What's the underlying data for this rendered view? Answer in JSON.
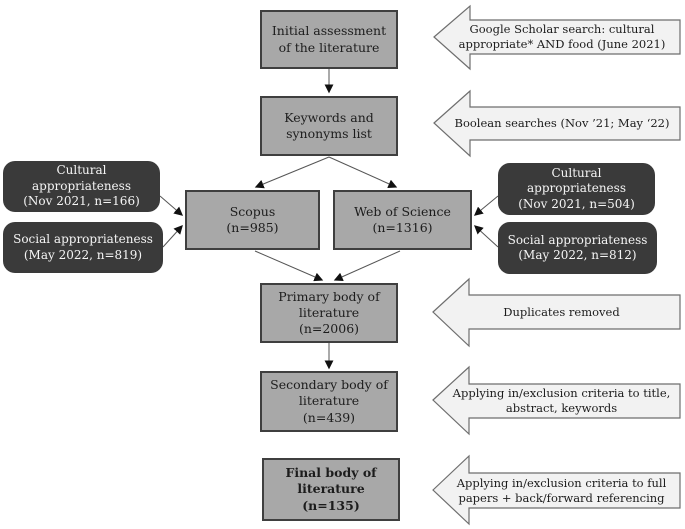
{
  "diagram": {
    "process_boxes": {
      "initial": {
        "label": "Initial assessment of the literature"
      },
      "keywords": {
        "label": "Keywords and synonyms list"
      },
      "scopus": {
        "label": "Scopus",
        "count": "(n=985)"
      },
      "web_of_science": {
        "label": "Web of Science",
        "count": "(n=1316)"
      },
      "primary": {
        "label": "Primary body of literature",
        "count": "(n=2006)"
      },
      "secondary": {
        "label": "Secondary body of literature",
        "count": "(n=439)"
      },
      "final": {
        "label": "Final body of literature",
        "count": "(n=135)"
      }
    },
    "search_tags": {
      "left_cultural": {
        "name": "Cultural appropriateness",
        "detail": "(Nov 2021, n=166)"
      },
      "left_social": {
        "name": "Social appropriateness",
        "detail": "(May 2022, n=819)"
      },
      "right_cultural": {
        "name": "Cultural appropriateness",
        "detail": "(Nov 2021, n=504)"
      },
      "right_social": {
        "name": "Social appropriateness",
        "detail": "(May 2022, n=812)"
      }
    },
    "step_arrows": {
      "google_scholar": "Google Scholar search: cultural appropriate* AND food (June 2021)",
      "boolean": "Boolean searches (Nov ’21; May ‘22)",
      "duplicates": "Duplicates removed",
      "inexclusion_title": "Applying in/exclusion criteria to title, abstract, keywords",
      "inexclusion_full": "Applying in/exclusion criteria to full papers + back/forward referencing"
    },
    "colors": {
      "process_box_fill": "#a8a8a8",
      "process_box_border": "#3f3f3f",
      "tag_fill": "#3a3a3a",
      "tag_text": "#f5f5f5",
      "block_arrow_fill": "#f2f2f2",
      "block_arrow_border": "#6e6e6e",
      "connector_line": "#555555",
      "background": "#ffffff"
    }
  }
}
